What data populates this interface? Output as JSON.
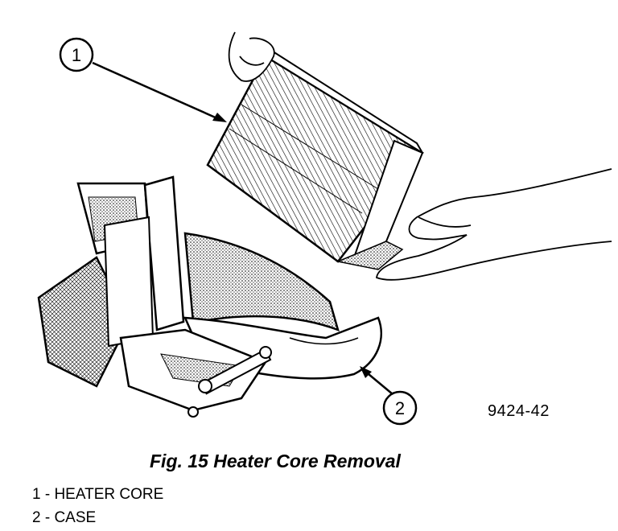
{
  "figure": {
    "code": "9424-42",
    "caption": "Fig. 15 Heater Core Removal"
  },
  "callouts": [
    {
      "number": "1"
    },
    {
      "number": "2"
    }
  ],
  "legend": [
    {
      "text": "1 - HEATER CORE"
    },
    {
      "text": "2 - CASE"
    }
  ]
}
